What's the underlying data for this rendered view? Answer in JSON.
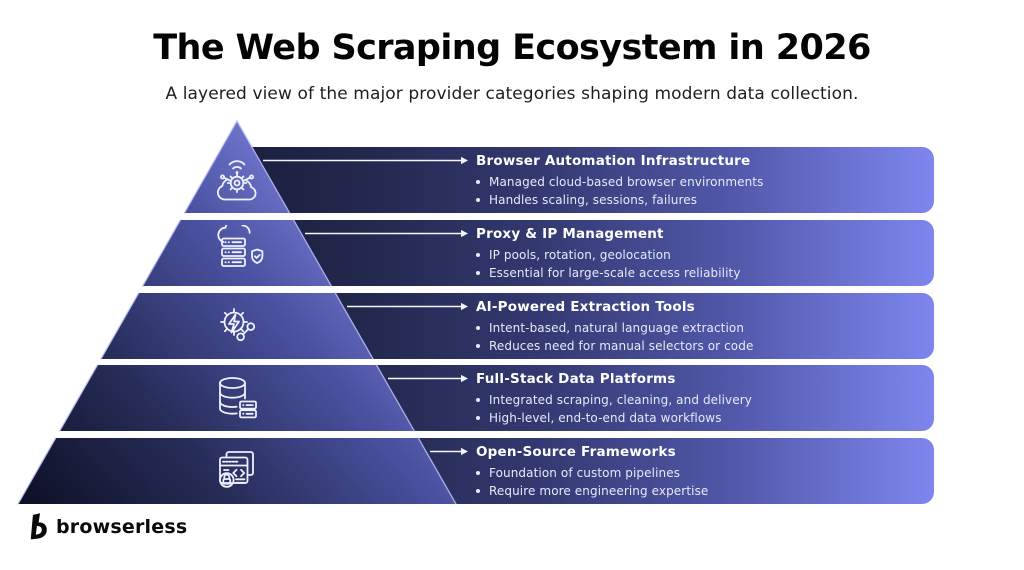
{
  "header": {
    "title": "The Web Scraping Ecosystem in 2026",
    "subtitle": "A layered view of the major provider categories shaping modern data collection."
  },
  "layers": [
    {
      "title": "Browser Automation Infrastructure",
      "bullets": [
        "Managed cloud-based browser environments",
        "Handles scaling, sessions, failures"
      ],
      "icon": "cloud-automation-icon"
    },
    {
      "title": "Proxy & IP Management",
      "bullets": [
        "IP pools, rotation, geolocation",
        "Essential for large-scale access reliability"
      ],
      "icon": "proxy-server-shield-icon"
    },
    {
      "title": "AI-Powered Extraction Tools",
      "bullets": [
        "Intent-based, natural language extraction",
        "Reduces need for manual selectors or code"
      ],
      "icon": "gear-lightning-wrench-icon"
    },
    {
      "title": "Full-Stack Data Platforms",
      "bullets": [
        "Integrated scraping, cleaning, and delivery",
        "High-level, end-to-end data workflows"
      ],
      "icon": "database-server-icon"
    },
    {
      "title": "Open-Source Frameworks",
      "bullets": [
        "Foundation of custom pipelines",
        "Require more engineering expertise"
      ],
      "icon": "code-window-lock-icon"
    }
  ],
  "footer": {
    "brand": "browserless"
  },
  "colors": {
    "background": "#ffffff",
    "title_text": "#040404",
    "layer_text": "#ffffff",
    "bar_gradient_start": "#1a1f3e",
    "bar_gradient_end": "#7e86ee",
    "pyramid_gradient_start": "#0d0f24",
    "pyramid_gradient_end": "#8b92ec",
    "edge_highlight": "#bac0f8",
    "arrow": "#f5f6ff"
  }
}
